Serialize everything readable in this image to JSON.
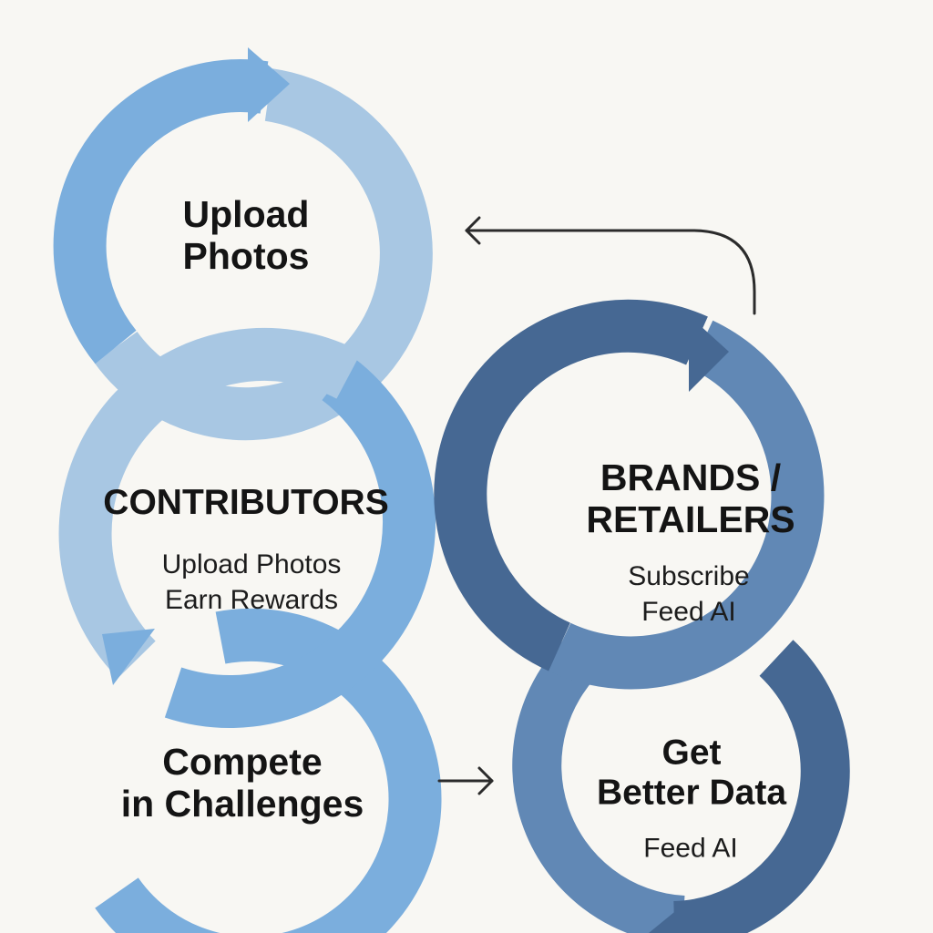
{
  "colors": {
    "background": "#f8f7f3",
    "contributor_light": "#a8c7e3",
    "contributor_mid": "#7baedd",
    "brand_dark": "#466893",
    "brand_mid": "#6188b5",
    "connector": "#2b2b2b"
  },
  "contributors": {
    "top_circle": {
      "line1": "Upload",
      "line2": "Photos"
    },
    "center_circle": {
      "title": "CONTRIBUTORS",
      "line1": "Upload Photos",
      "line2": "Earn Rewards"
    },
    "bottom_circle": {
      "line1": "Compete",
      "line2": "in Challenges"
    }
  },
  "brands": {
    "top_circle": {
      "title_line1": "BRANDS /",
      "title_line2": "RETAILERS",
      "line1": "Subscribe",
      "line2": "Feed AI"
    },
    "bottom_circle": {
      "title_line1": "Get",
      "title_line2": "Better Data",
      "line1": "Feed AI"
    }
  },
  "connectors": [
    {
      "from": "brands-retailers",
      "to": "upload-photos",
      "icon": "curved-arrow-left-icon"
    },
    {
      "from": "compete-in-challenges",
      "to": "get-better-data",
      "icon": "arrow-right-icon"
    }
  ]
}
